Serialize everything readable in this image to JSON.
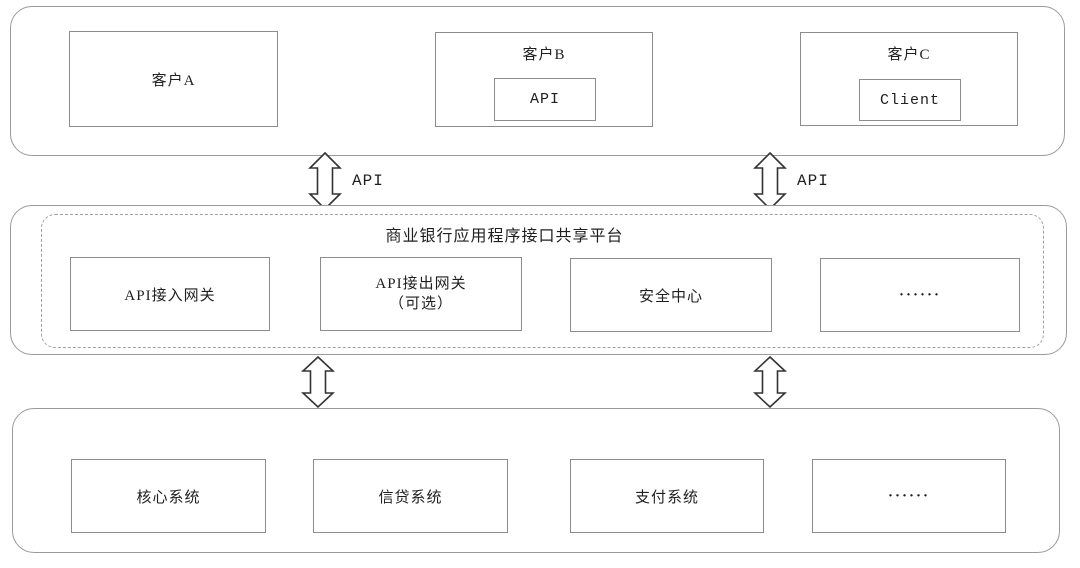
{
  "top_section": {
    "clients": [
      {
        "label": "客户A"
      },
      {
        "label": "客户B",
        "inner": "API"
      },
      {
        "label": "客户C",
        "inner": "Client"
      }
    ]
  },
  "connectors": {
    "top_left_label": "API",
    "top_right_label": "API"
  },
  "middle_section": {
    "title": "商业银行应用程序接口共享平台",
    "modules": [
      {
        "label": "API接入网关"
      },
      {
        "label": "API接出网关",
        "sublabel": "（可选）"
      },
      {
        "label": "安全中心"
      },
      {
        "label": "······"
      }
    ]
  },
  "bottom_section": {
    "systems": [
      {
        "label": "核心系统"
      },
      {
        "label": "信贷系统"
      },
      {
        "label": "支付系统"
      },
      {
        "label": "······"
      }
    ]
  },
  "colors": {
    "container_border": "#9a9a9a",
    "box_border": "#8c8c8c",
    "text": "#1f1f1f",
    "arrow_outline": "#333333",
    "background": "#ffffff"
  }
}
